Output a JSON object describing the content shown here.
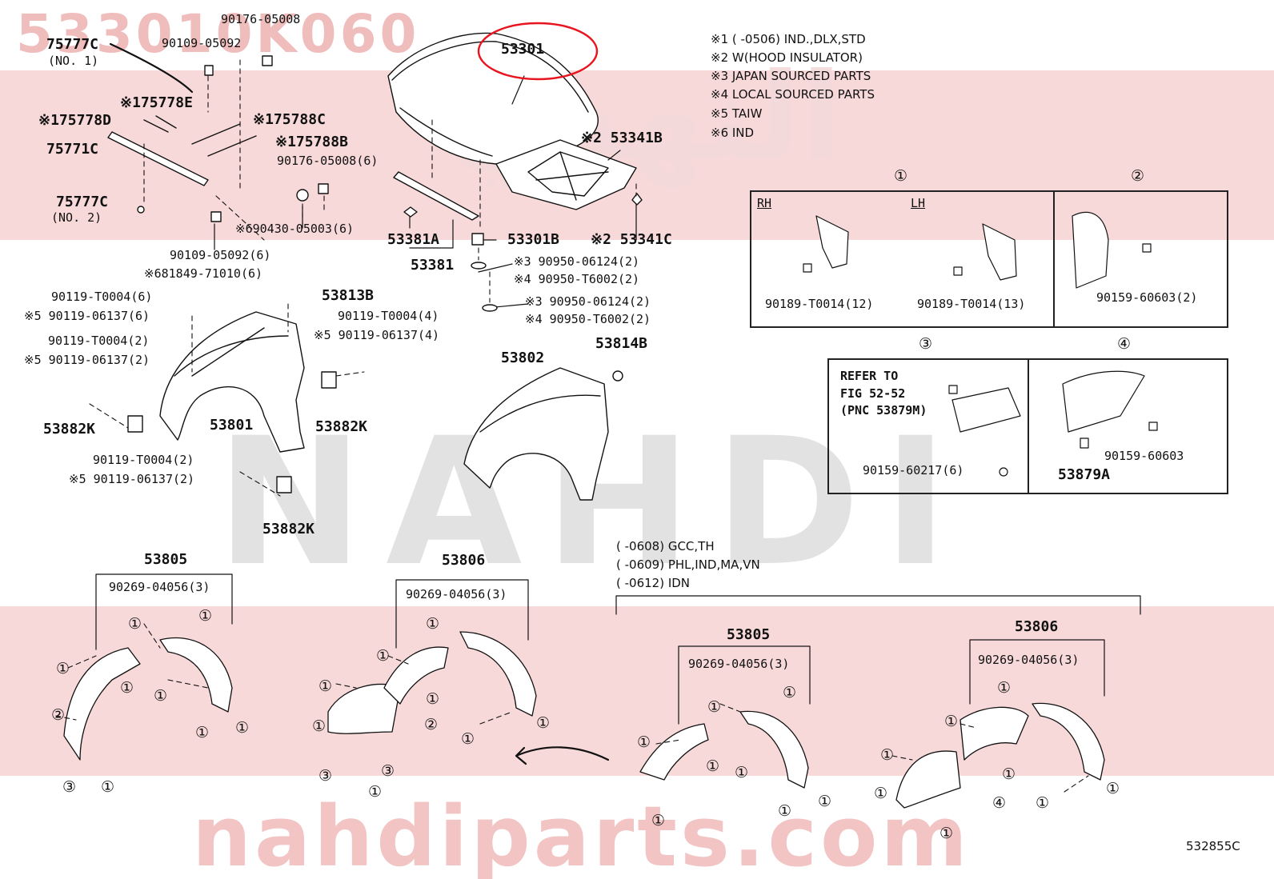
{
  "watermark": {
    "part_number": "533010K060",
    "brand": "NAHDI",
    "site": "nahdiparts.com",
    "arabic": "النهدي",
    "colors": {
      "band": "#f6cccc",
      "text": "#eeb2b2",
      "gray": "#e2e2e2"
    }
  },
  "highlight": {
    "part": "53301",
    "color": "#e8141e"
  },
  "notes": [
    "※1 (      -0506) IND.,DLX,STD",
    "※2 W(HOOD INSULATOR)",
    "※3 JAPAN SOURCED PARTS",
    "※4 LOCAL SOURCED PARTS",
    "※5 TAIW",
    "※6 IND"
  ],
  "grill_parts": {
    "c75777c_1": "75777C",
    "c75777c_1_sub": "(NO. 1)",
    "p90109_05092_top": "90109-05092",
    "p90176_05008_top": "90176-05008",
    "e75778e": "※175778E",
    "d75778d": "※175778D",
    "c75788c": "※175788C",
    "c75771c": "75771C",
    "b75788b": "※175788B",
    "p90176_05008_6": "90176-05008(6)",
    "c75777c_2": "75777C",
    "c75777c_2_sub": "(NO. 2)",
    "p90430": "※690430-05003(6)",
    "p90109_05092_6": "90109-05092(6)",
    "p81849": "※681849-71010(6)"
  },
  "hood_parts": {
    "hood": "53301",
    "b53341b": "※2 53341B",
    "a53381a": "53381A",
    "p53381": "53381",
    "b53301b": "53301B",
    "c53341c": "※2 53341C",
    "p90950_06124_a": "※3 90950-06124(2)",
    "p90950_t6002_a": "※4 90950-T6002(2)",
    "p90950_06124_b": "※3 90950-06124(2)",
    "p90950_t6002_b": "※4 90950-T6002(2)"
  },
  "fender_parts": {
    "p90119_t0004_6": "90119-T0004(6)",
    "p90119_06137_6": "※5 90119-06137(6)",
    "b53813b": "53813B",
    "p90119_t0004_4": "90119-T0004(4)",
    "p90119_06137_4": "※5 90119-06137(4)",
    "p90119_t0004_2a": "90119-T0004(2)",
    "p90119_06137_2a": "※5 90119-06137(2)",
    "k53882k_left": "53882K",
    "p53801": "53801",
    "k53882k_right": "53882K",
    "p90119_t0004_2b": "90119-T0004(2)",
    "p90119_06137_2b": "※5 90119-06137(2)",
    "k53882k_bottom": "53882K",
    "p53802": "53802",
    "b53814b": "53814B"
  },
  "detail_boxes": {
    "circle1": "①",
    "circle2": "②",
    "circle3": "③",
    "circle4": "④",
    "rh": "RH",
    "lh": "LH",
    "p90189_12": "90189-T0014(12)",
    "p90189_13": "90189-T0014(13)",
    "p90159_60603_2": "90159-60603(2)",
    "refer_1": "REFER TO",
    "refer_2": "FIG 52-52",
    "refer_3": "(PNC 53879M)",
    "p90159_60217": "90159-60217(6)",
    "p90159_60603": "90159-60603",
    "a53879a": "53879A"
  },
  "liners": {
    "left_53805": "53805",
    "left_53805_clip": "90269-04056(3)",
    "left_53806": "53806",
    "left_53806_clip": "90269-04056(3)",
    "right_53805": "53805",
    "right_53805_clip": "90269-04056(3)",
    "right_53806": "53806",
    "right_53806_clip": "90269-04056(3)",
    "variant_1": "(      -0608) GCC,TH",
    "variant_2": "(      -0609) PHL,IND,MA,VN",
    "variant_3": "(      -0612) IDN"
  },
  "diagram_code": "532855C"
}
